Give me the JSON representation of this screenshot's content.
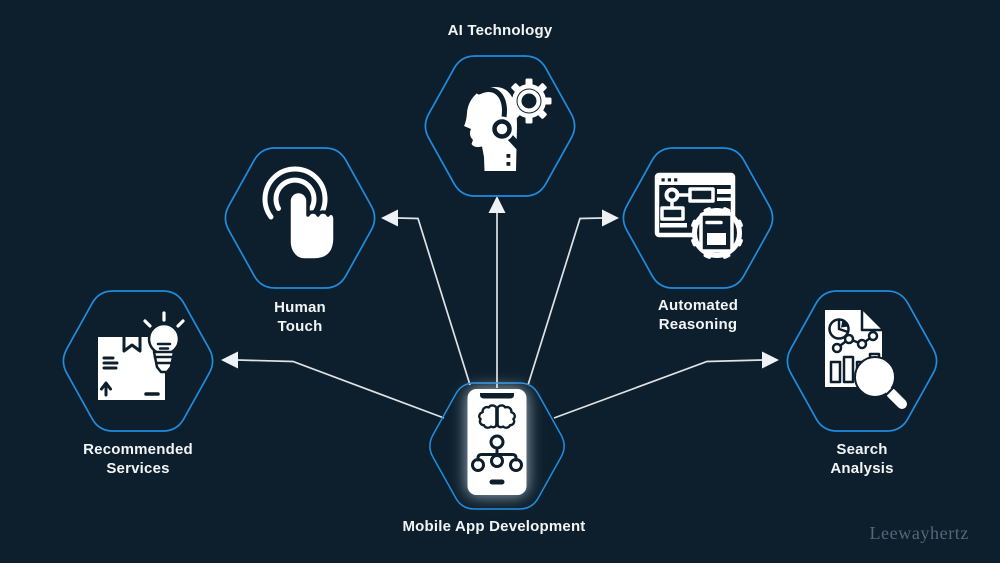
{
  "diagram": {
    "center": {
      "id": "mobile-app-development",
      "label": "Mobile App Development"
    },
    "nodes": [
      {
        "id": "ai-technology",
        "label": "AI Technology"
      },
      {
        "id": "human-touch",
        "label": "Human Touch"
      },
      {
        "id": "automated-reasoning",
        "label": "Automated Reasoning"
      },
      {
        "id": "recommended-services",
        "label": "Recommended Services"
      },
      {
        "id": "search-analysis",
        "label": "Search Analysis"
      }
    ],
    "connections": [
      {
        "from": "mobile-app-development",
        "to": "ai-technology"
      },
      {
        "from": "mobile-app-development",
        "to": "human-touch"
      },
      {
        "from": "mobile-app-development",
        "to": "automated-reasoning"
      },
      {
        "from": "mobile-app-development",
        "to": "recommended-services"
      },
      {
        "from": "mobile-app-development",
        "to": "search-analysis"
      }
    ],
    "icons": {
      "ai-technology": "robot-head-gears-icon",
      "human-touch": "tap-finger-icon",
      "automated-reasoning": "browser-flowchart-gear-icon",
      "recommended-services": "package-lightbulb-icon",
      "search-analysis": "document-charts-magnifier-icon",
      "mobile-app-development": "phone-brain-flowchart-icon"
    },
    "colors": {
      "background": "#0d1f2c",
      "hexagon_stroke": "#1e8cdf",
      "icon_fill": "#ffffff",
      "connector": "#dde3e6",
      "label_text": "#f2f5f7",
      "watermark_text": "#54687a"
    },
    "watermark": "Leewayhertz"
  }
}
